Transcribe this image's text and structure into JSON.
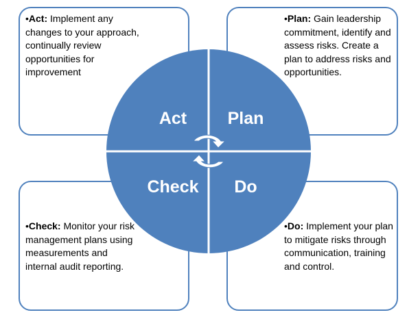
{
  "colors": {
    "circle_fill": "#4f81bd",
    "box_border": "#4f81bd",
    "divider": "#ffffff",
    "arrow_fill": "#ffffff",
    "arrow_stroke": "#4f81bd"
  },
  "quadrants": {
    "act": {
      "label": "Act"
    },
    "plan": {
      "label": "Plan"
    },
    "check": {
      "label": "Check"
    },
    "do": {
      "label": "Do"
    }
  },
  "boxes": {
    "act": {
      "title": "Act:",
      "text": "Implement any changes to your approach, continually review opportunities for improvement"
    },
    "plan": {
      "title": "Plan:",
      "text": "Gain leadership commitment, identify and assess risks. Create a plan to address risks and opportunities."
    },
    "check": {
      "title": "Check:",
      "text": "Monitor your risk management plans using measurements and internal audit reporting."
    },
    "do": {
      "title": "Do:",
      "text": "Implement your plan to mitigate risks through communication, training and control."
    }
  },
  "icons": {
    "cycle": "cycle-arrows-icon"
  }
}
